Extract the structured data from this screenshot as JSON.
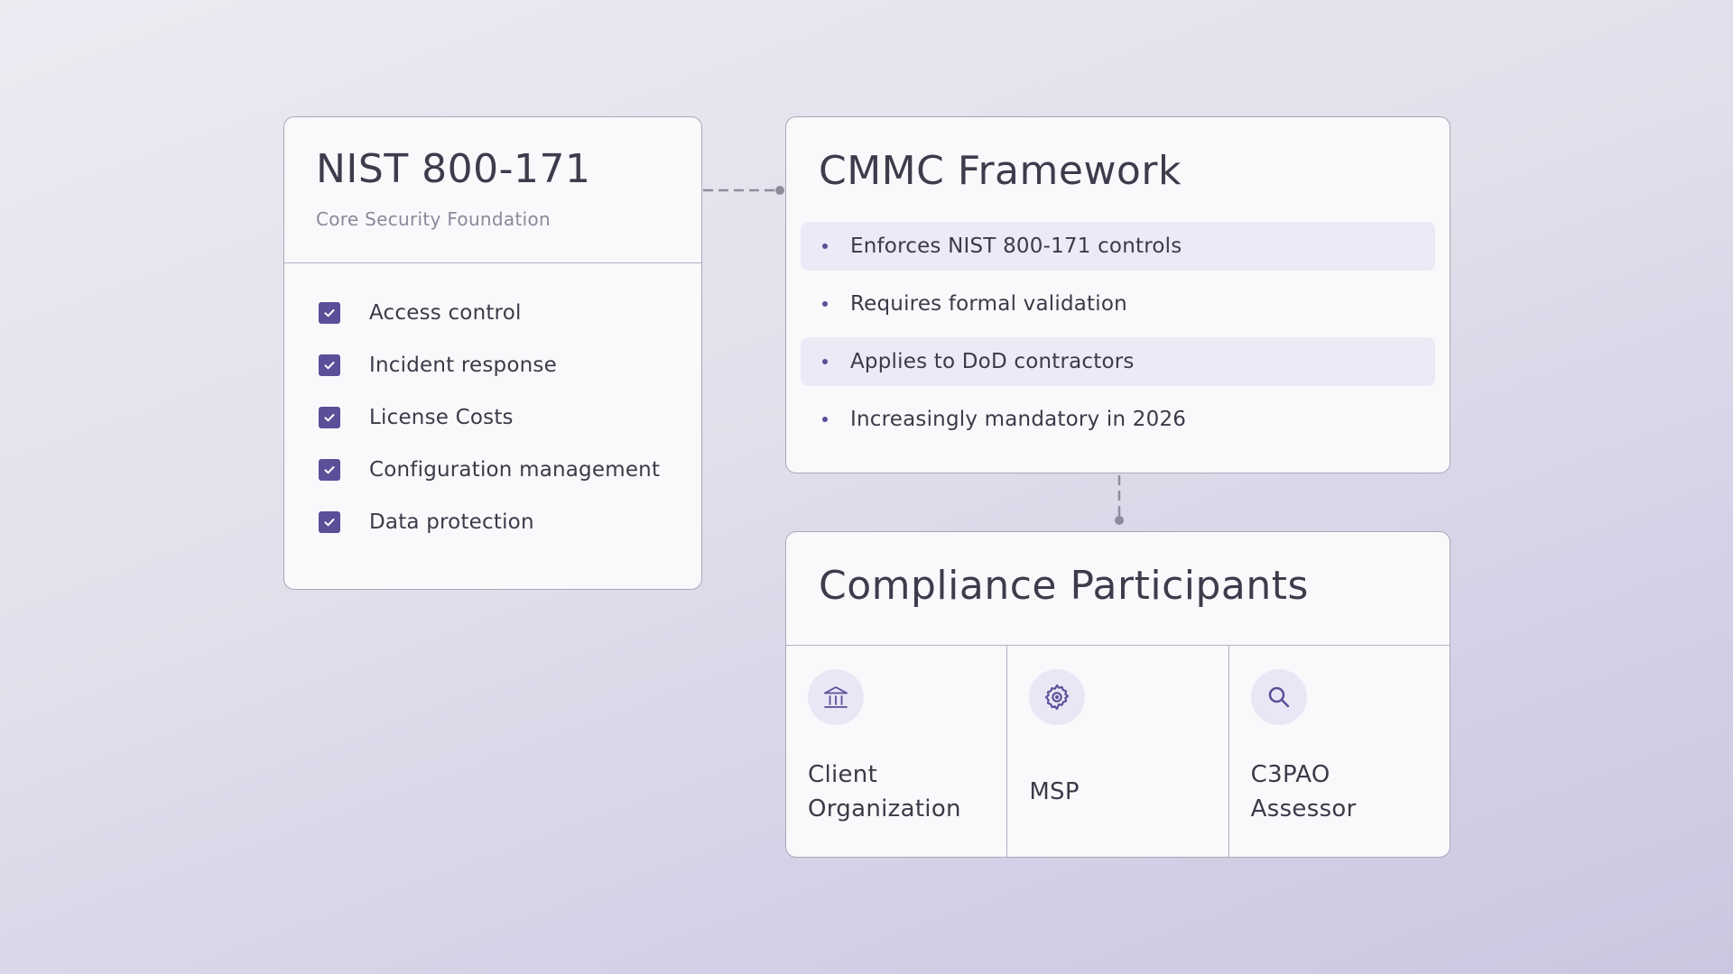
{
  "nist": {
    "title": "NIST 800-171",
    "subtitle": "Core Security Foundation",
    "items": [
      {
        "label": "Access control"
      },
      {
        "label": "Incident response"
      },
      {
        "label": "License Costs"
      },
      {
        "label": "Configuration management"
      },
      {
        "label": "Data protection"
      }
    ]
  },
  "cmmc": {
    "title": "CMMC Framework",
    "bullets": [
      {
        "label": "Enforces NIST 800-171 controls",
        "shaded": true
      },
      {
        "label": "Requires formal validation",
        "shaded": false
      },
      {
        "label": "Applies to DoD contractors",
        "shaded": true
      },
      {
        "label": "Increasingly mandatory in 2026",
        "shaded": false
      }
    ]
  },
  "participants": {
    "title": "Compliance Participants",
    "items": [
      {
        "label": "Client Organization",
        "icon": "bank-icon"
      },
      {
        "label": "MSP",
        "icon": "gear-icon"
      },
      {
        "label": "C3PAO Assessor",
        "icon": "search-icon"
      }
    ]
  },
  "colors": {
    "accent": "#5a4f98",
    "connector": "#8e8c9c",
    "card_border": "#a9a7b8"
  }
}
